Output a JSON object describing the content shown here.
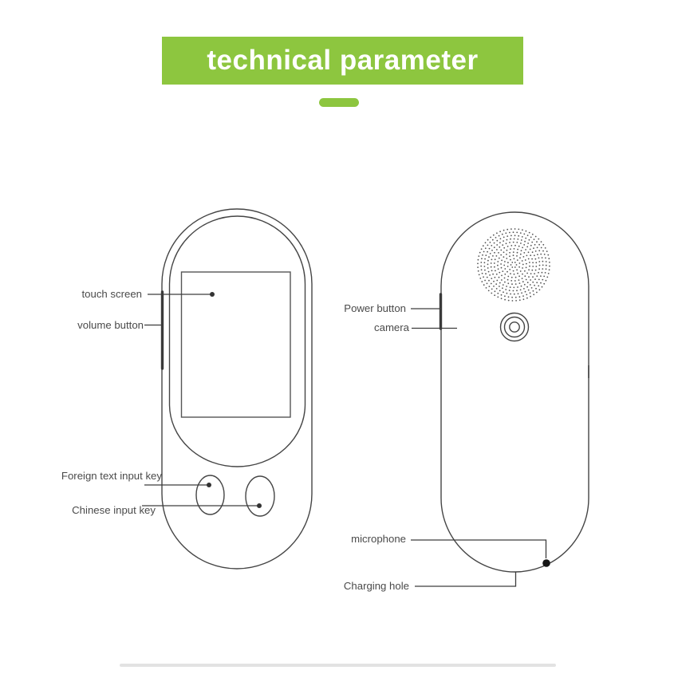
{
  "banner": {
    "title": "technical parameter"
  },
  "colors": {
    "accent_green": "#8dc63f",
    "outline": "#454545",
    "leader_line": "#3d3d3d",
    "label_text": "#4a4a4a",
    "footer_divider": "#e3e3e3"
  },
  "front_view": {
    "labels": {
      "touch_screen": "touch screen",
      "volume_button": "volume button",
      "foreign_input": "Foreign text input key",
      "chinese_input": "Chinese input key"
    }
  },
  "back_view": {
    "labels": {
      "power_button": "Power button",
      "camera": "camera",
      "microphone": "microphone",
      "charging_hole": "Charging hole"
    }
  },
  "icons": {
    "speaker_grille": "dotted-concentric-circle-speaker",
    "camera_lens": "three-concentric-circles",
    "volume_button_strip": "thick-side-bar",
    "power_button_strip": "thick-side-bar",
    "microphone_hole": "filled-black-dot",
    "pointer_dots": "small-filled-dots"
  }
}
